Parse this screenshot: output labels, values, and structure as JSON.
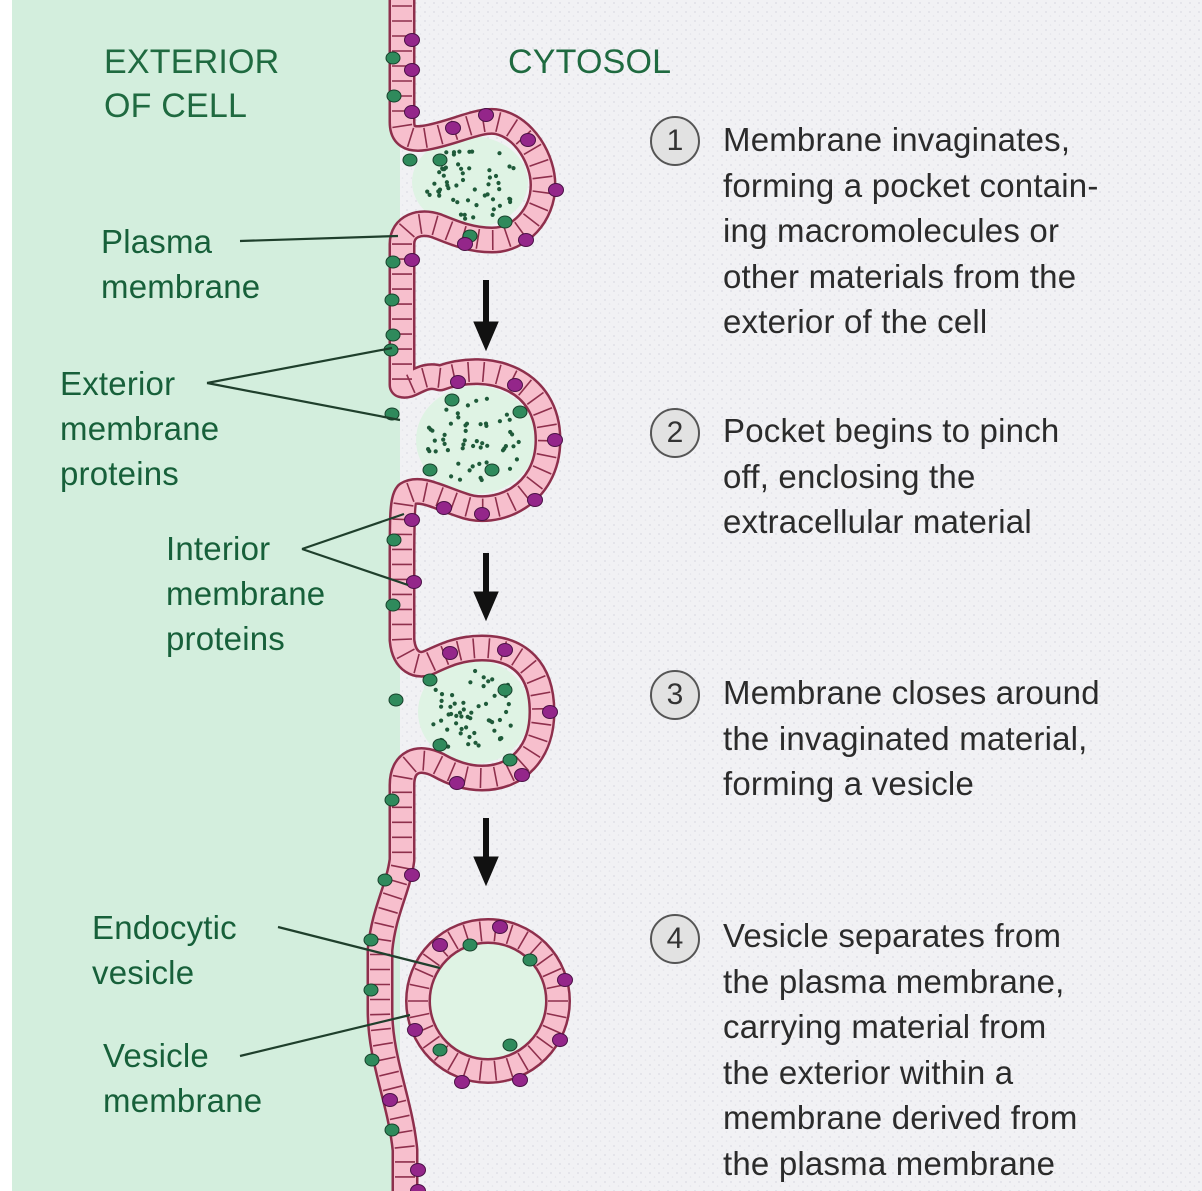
{
  "colors": {
    "exterior": "#d3eedd",
    "cytosol": "#f1f1f4",
    "membrane_fill": "#f7bfcd",
    "membrane_edge": "#8e2f4c",
    "exterior_protein": "#2f8a5c",
    "interior_protein": "#94268a",
    "particle": "#1f5a3a",
    "label_text": "#17603a",
    "step_text": "#2b2b2b"
  },
  "regions": {
    "exterior": [
      "EXTERIOR",
      "OF CELL"
    ],
    "cytosol": "CYTOSOL"
  },
  "labels": {
    "plasma_membrane": [
      "Plasma",
      "membrane"
    ],
    "exterior_proteins": [
      "Exterior",
      "membrane",
      "proteins"
    ],
    "interior_proteins": [
      "Interior",
      "membrane",
      "proteins"
    ],
    "endocytic_vesicle": [
      "Endocytic",
      "vesicle"
    ],
    "vesicle_membrane": [
      "Vesicle",
      "membrane"
    ]
  },
  "steps": [
    {
      "number": "1",
      "lines": [
        "Membrane invaginates,",
        "forming a pocket contain-",
        "ing macromolecules or",
        "other materials from the",
        "exterior of the cell"
      ]
    },
    {
      "number": "2",
      "lines": [
        "Pocket begins to pinch",
        "off, enclosing the",
        "extracellular material"
      ]
    },
    {
      "number": "3",
      "lines": [
        "Membrane closes around",
        "the invaginated material,",
        "forming a vesicle"
      ]
    },
    {
      "number": "4",
      "lines": [
        "Vesicle separates from",
        "the plasma membrane,",
        "carrying material from",
        "the exterior within a",
        "membrane derived from",
        "the plasma membrane"
      ]
    }
  ]
}
